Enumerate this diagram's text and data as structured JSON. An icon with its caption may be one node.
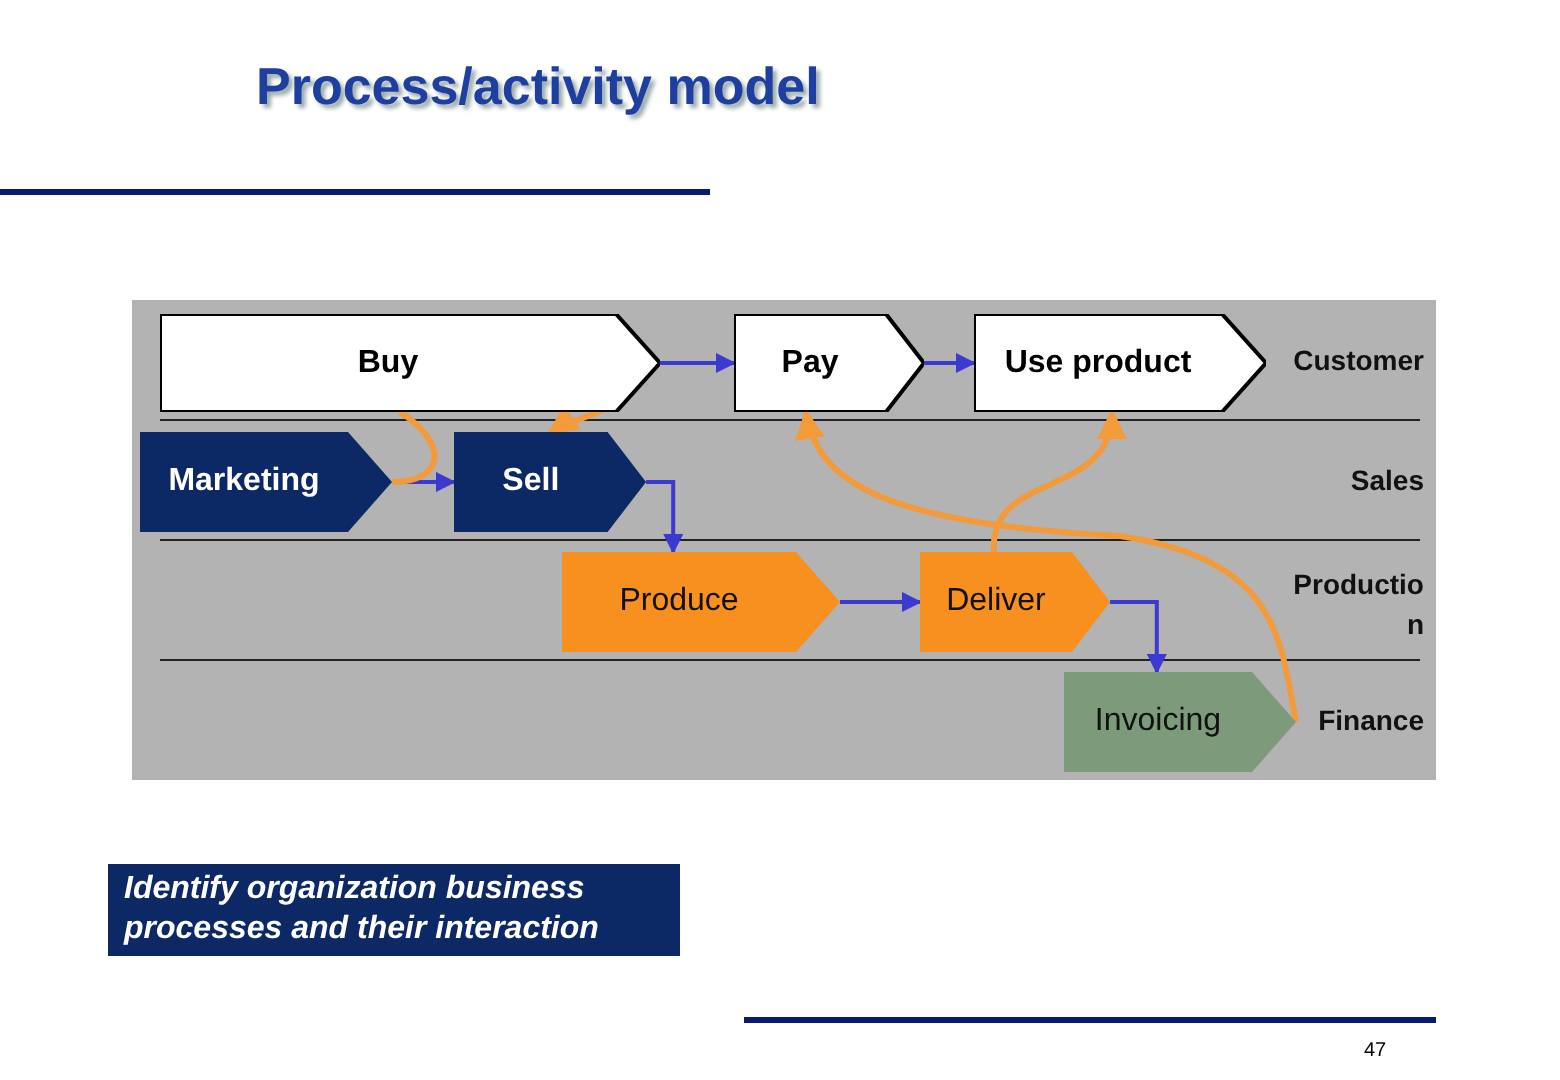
{
  "diagram": {
    "title": "Process/activity model",
    "nodes": [
      {
        "text": [
          "Buy"
        ]
      },
      {
        "text": [
          "Pay"
        ]
      },
      {
        "text": [
          "Use product"
        ]
      },
      {
        "text": [
          "Marketing"
        ]
      },
      {
        "text": [
          "Sell"
        ]
      },
      {
        "text": [
          "Produce"
        ]
      },
      {
        "text": [
          "Deliver"
        ]
      },
      {
        "text": [
          "Invoicing"
        ]
      }
    ],
    "edges": [
      {
        "from": 0,
        "to": 1,
        "arrow": "to"
      },
      {
        "from": 1,
        "to": 2,
        "arrow": "to"
      },
      {
        "from": 3,
        "to": 4,
        "arrow": "to"
      },
      {
        "from": 4,
        "to": 5,
        "arrow": "to"
      },
      {
        "from": 5,
        "to": 6,
        "arrow": "to"
      },
      {
        "from": 6,
        "to": 7,
        "arrow": "to"
      },
      {
        "from": 0,
        "to": 4,
        "arrow": "to",
        "color": "#f39a3a"
      },
      {
        "from": 3,
        "to": 0,
        "arrow": "none",
        "color": "#f39a3a"
      },
      {
        "from": 6,
        "to": 2,
        "arrow": "to",
        "color": "#f39a3a"
      },
      {
        "from": 7,
        "to": 1,
        "arrow": "to",
        "color": "#f39a3a"
      }
    ],
    "labels": [
      "Customer",
      "Sales",
      "Production",
      "Finance",
      "Identify organization business processes and their interaction",
      "47"
    ]
  }
}
